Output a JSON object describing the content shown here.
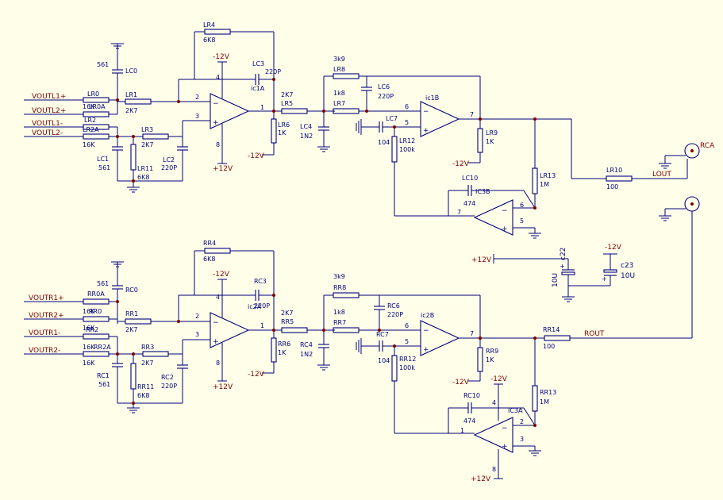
{
  "nets": {
    "voutl1p": "VOUTL1+",
    "voutl2p": "VOUTL2+",
    "voutl1m": "VOUTL1-",
    "voutl2m": "VOUTL2-",
    "voutr1p": "VOUTR1+",
    "voutr2p": "VOUTR2+",
    "voutr1m": "VOUTR1-",
    "voutr2m": "VOUTR2-",
    "lout": "LOUT",
    "rout": "ROUT",
    "rca": "RCA"
  },
  "power": {
    "pos": "+12V",
    "neg": "-12V"
  },
  "left": {
    "lr0": "LR0",
    "lr0a": "LR0A",
    "lr2": "LR2",
    "lr2a": "LR2A",
    "lr1": "LR1",
    "lr3": "LR3",
    "lr4": "LR4",
    "lr5": "LR5",
    "lr6": "LR6",
    "lr7": "LR7",
    "lr8": "LR8",
    "lr9": "LR9",
    "lr10": "LR10",
    "lr11": "LR11",
    "lr12": "LR12",
    "lr13": "LR13",
    "lc0": "LC0",
    "lc1": "LC1",
    "lc2": "LC2",
    "lc3": "LC3",
    "lc4": "LC4",
    "lc6": "LC6",
    "lc7": "LC7",
    "lc10": "LC10",
    "ic1a": "ic1A",
    "ic1b": "ic1B",
    "ic3b": "IC3B"
  },
  "right": {
    "rr0": "RR0",
    "rr0a": "RR0A",
    "rr2": "RR2",
    "rr2a": "RR2A",
    "rr1": "RR1",
    "rr3": "RR3",
    "rr4": "RR4",
    "rr5": "RR5",
    "rr6": "RR6",
    "rr7": "RR7",
    "rr8": "RR8",
    "rr9": "RR9",
    "rr14": "RR14",
    "rr11": "RR11",
    "rr12": "RR12",
    "rr13": "RR13",
    "rc0": "RC0",
    "rc1": "RC1",
    "rc2": "RC2",
    "rc3": "RC3",
    "rc4": "RC4",
    "rc6": "RC6",
    "rc7": "RC7",
    "rc10": "RC10",
    "ic2a": "ic2A",
    "ic2b": "ic2B",
    "ic3a": "IC3A"
  },
  "values": {
    "v16k": "16K",
    "v2k7": "2K7",
    "v6k8": "6K8",
    "v1k": "1K",
    "v1k8": "1k8",
    "v3k9": "3k9",
    "v100k": "100k",
    "v1m": "1M",
    "v100": "100",
    "v561": "561",
    "v220p": "220P",
    "v1n2": "1N2",
    "v104": "104",
    "v474": "474",
    "v10u": "10U"
  },
  "caps": {
    "c22": "c22",
    "c23": "c23"
  },
  "pins": {
    "p1": "1",
    "p2": "2",
    "p3": "3",
    "p4": "4",
    "p5": "5",
    "p6": "6",
    "p7": "7",
    "p8": "8"
  }
}
